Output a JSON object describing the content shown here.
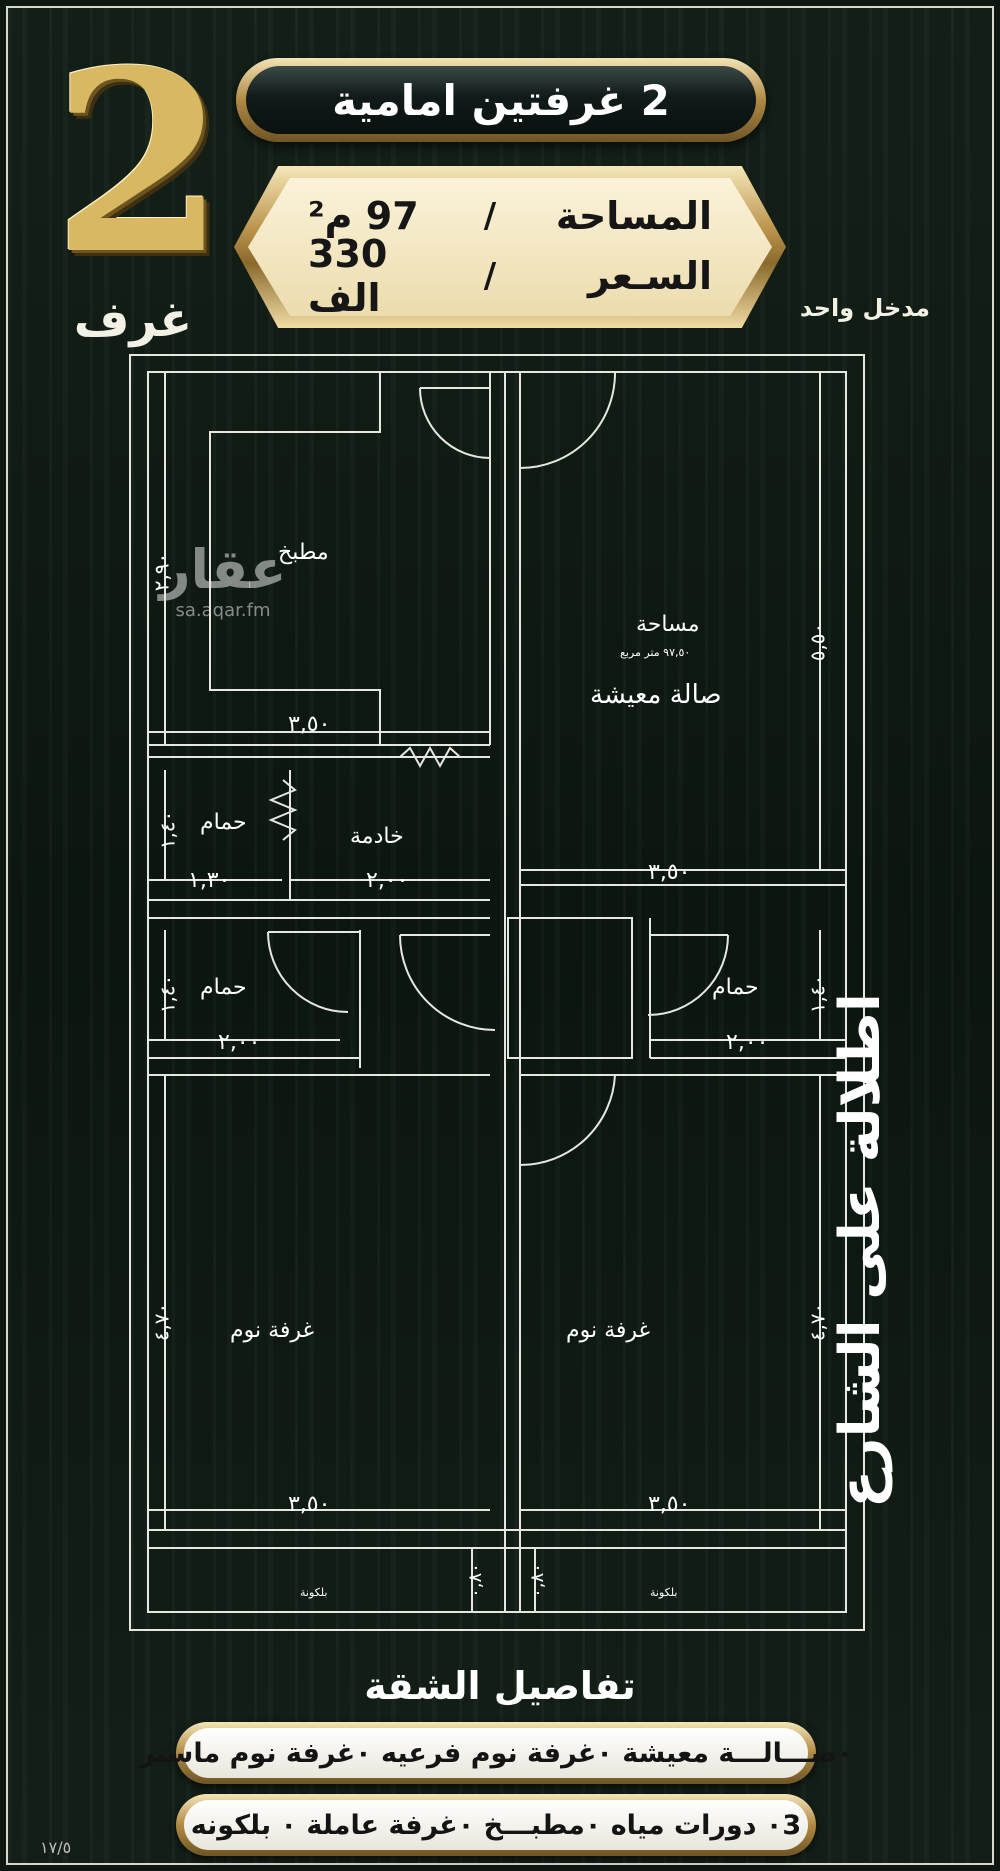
{
  "header": {
    "rooms_number": "2",
    "rooms_word": "غرف",
    "title": "2 غرفتين  امامية"
  },
  "info": {
    "area_label": "المساحة",
    "area_value": "97 م²",
    "price_label": "السـعر",
    "price_value": "330 الف",
    "separator": "/",
    "entrance": "مدخل واحد"
  },
  "plan": {
    "kitchen": "مطبخ",
    "area_label": "مساحة",
    "area_value": "٩٧,٥٠ متر مربع",
    "living": "صالة معيشة",
    "bath": "حمام",
    "maid": "خادمة",
    "bedroom": "غرفة نوم",
    "balcony": "بلكونة",
    "dims": {
      "d350": "٣,٥٠",
      "d200": "٢,٠٠",
      "d130": "١,٣٠",
      "d140": "١,٤٠",
      "d550": "٥,٥٠",
      "d470": "٤,٧٠",
      "d080": "٠,٨٠",
      "d290": "٢,٩٠"
    },
    "street": "اطلالة على الشارع"
  },
  "watermark": {
    "logo": "عقار",
    "url": "sa.aqar.fm"
  },
  "details": {
    "title": "تفاصيل الشقة",
    "line1": "٠صـــالـــة معيشة ٠غرفة نوم فرعيه ٠غرفة نوم  ماستر",
    "line2": "٠3 دورات مياه ٠مطبـــخ ٠غرفة عاملة ٠ بلكونه"
  },
  "corner_mark": "١٧/٥"
}
